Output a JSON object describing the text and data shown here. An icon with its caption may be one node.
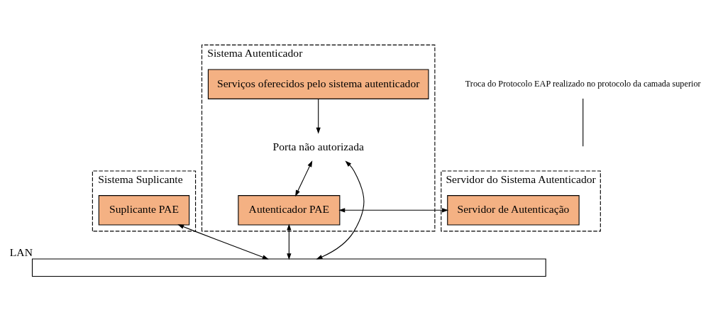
{
  "diagram": {
    "nodes": [
      {
        "text": [
          "Sistema Suplicante"
        ]
      },
      {
        "text": [
          "Suplicante PAE"
        ],
        "in": 0
      },
      {
        "text": [
          "Sistema Autenticador"
        ]
      },
      {
        "text": [
          "Serviços oferecidos pelo sistema autenticador"
        ],
        "in": 2
      },
      {
        "text": [
          "Autenticador PAE"
        ],
        "in": 2
      },
      {
        "text": [
          "Porta não autorizada"
        ],
        "in": 2
      },
      {
        "text": [
          "Servidor do Sistema Autenticador"
        ]
      },
      {
        "text": [
          "Servidor de Autenticação"
        ],
        "in": 6
      },
      {
        "text": [
          "LAN"
        ]
      },
      {
        "text": [
          "Troca do Protocolo EAP realizado no protocolo da camada superior"
        ]
      }
    ],
    "edges": [
      {
        "from": 1,
        "to": 8,
        "arrow": "both"
      },
      {
        "from": 3,
        "to": 5,
        "arrow": "to"
      },
      {
        "from": 5,
        "to": 4,
        "arrow": "both"
      },
      {
        "from": 5,
        "to": 8,
        "arrow": "both"
      },
      {
        "from": 4,
        "to": 8,
        "arrow": "both"
      },
      {
        "from": 4,
        "to": 7,
        "arrow": "both"
      },
      {
        "from": 9,
        "to": null,
        "arrow": "none"
      }
    ]
  }
}
